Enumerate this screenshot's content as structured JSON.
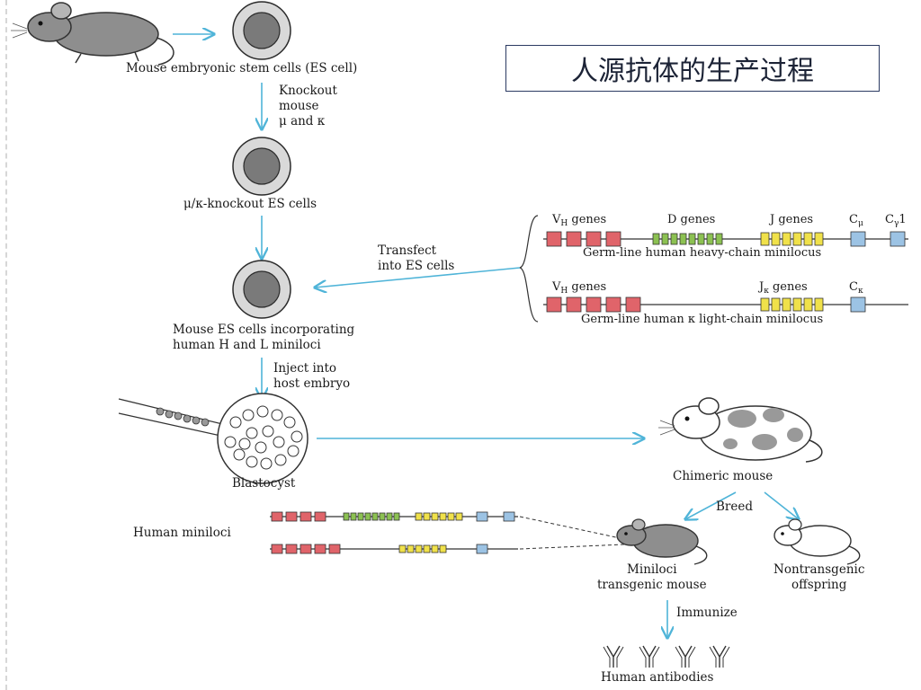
{
  "title": "人源抗体的生产过程",
  "labels": {
    "es_cells": "Mouse embryonic stem cells (ES cell)",
    "knockout_step": "Knockout\nmouse\nμ and κ",
    "ko_es_cells": "μ/κ-knockout ES cells",
    "transfect": "Transfect\ninto ES cells",
    "incorporating": "Mouse ES cells incorporating\nhuman H and L miniloci",
    "inject": "Inject into\nhost embryo",
    "blastocyst": "Blastocyst",
    "chimeric": "Chimeric mouse",
    "breed": "Breed",
    "human_miniloci": "Human miniloci",
    "transgenic": "Miniloci\ntransgenic mouse",
    "nontransgenic": "Nontransgenic\noffspring",
    "immunize": "Immunize",
    "antibodies": "Human antibodies"
  },
  "heavy_chain": {
    "vh": "V",
    "vh_sub": "H",
    "vh_rest": " genes",
    "d": "D genes",
    "j": "J genes",
    "cmu": "C",
    "cmu_sub": "μ",
    "cg": "C",
    "cg_sub": "γ",
    "cg_rest": "1",
    "caption": "Germ-line human heavy-chain minilocus"
  },
  "light_chain": {
    "vh": "V",
    "vh_sub": "H",
    "vh_rest": " genes",
    "jk": "J",
    "jk_sub": "κ",
    "jk_rest": " genes",
    "ck": "C",
    "ck_sub": "κ",
    "caption": "Germ-line human κ light-chain minilocus"
  },
  "colors": {
    "arrow": "#4fb4d8",
    "v_segment": "#e0646a",
    "d_segment": "#8cc152",
    "j_segment": "#f0e14a",
    "c_segment": "#9cc3e4",
    "cell_outer": "#d9d9d9",
    "cell_nucleus": "#7a7a7a",
    "mouse_body": "#8e8e8e"
  }
}
